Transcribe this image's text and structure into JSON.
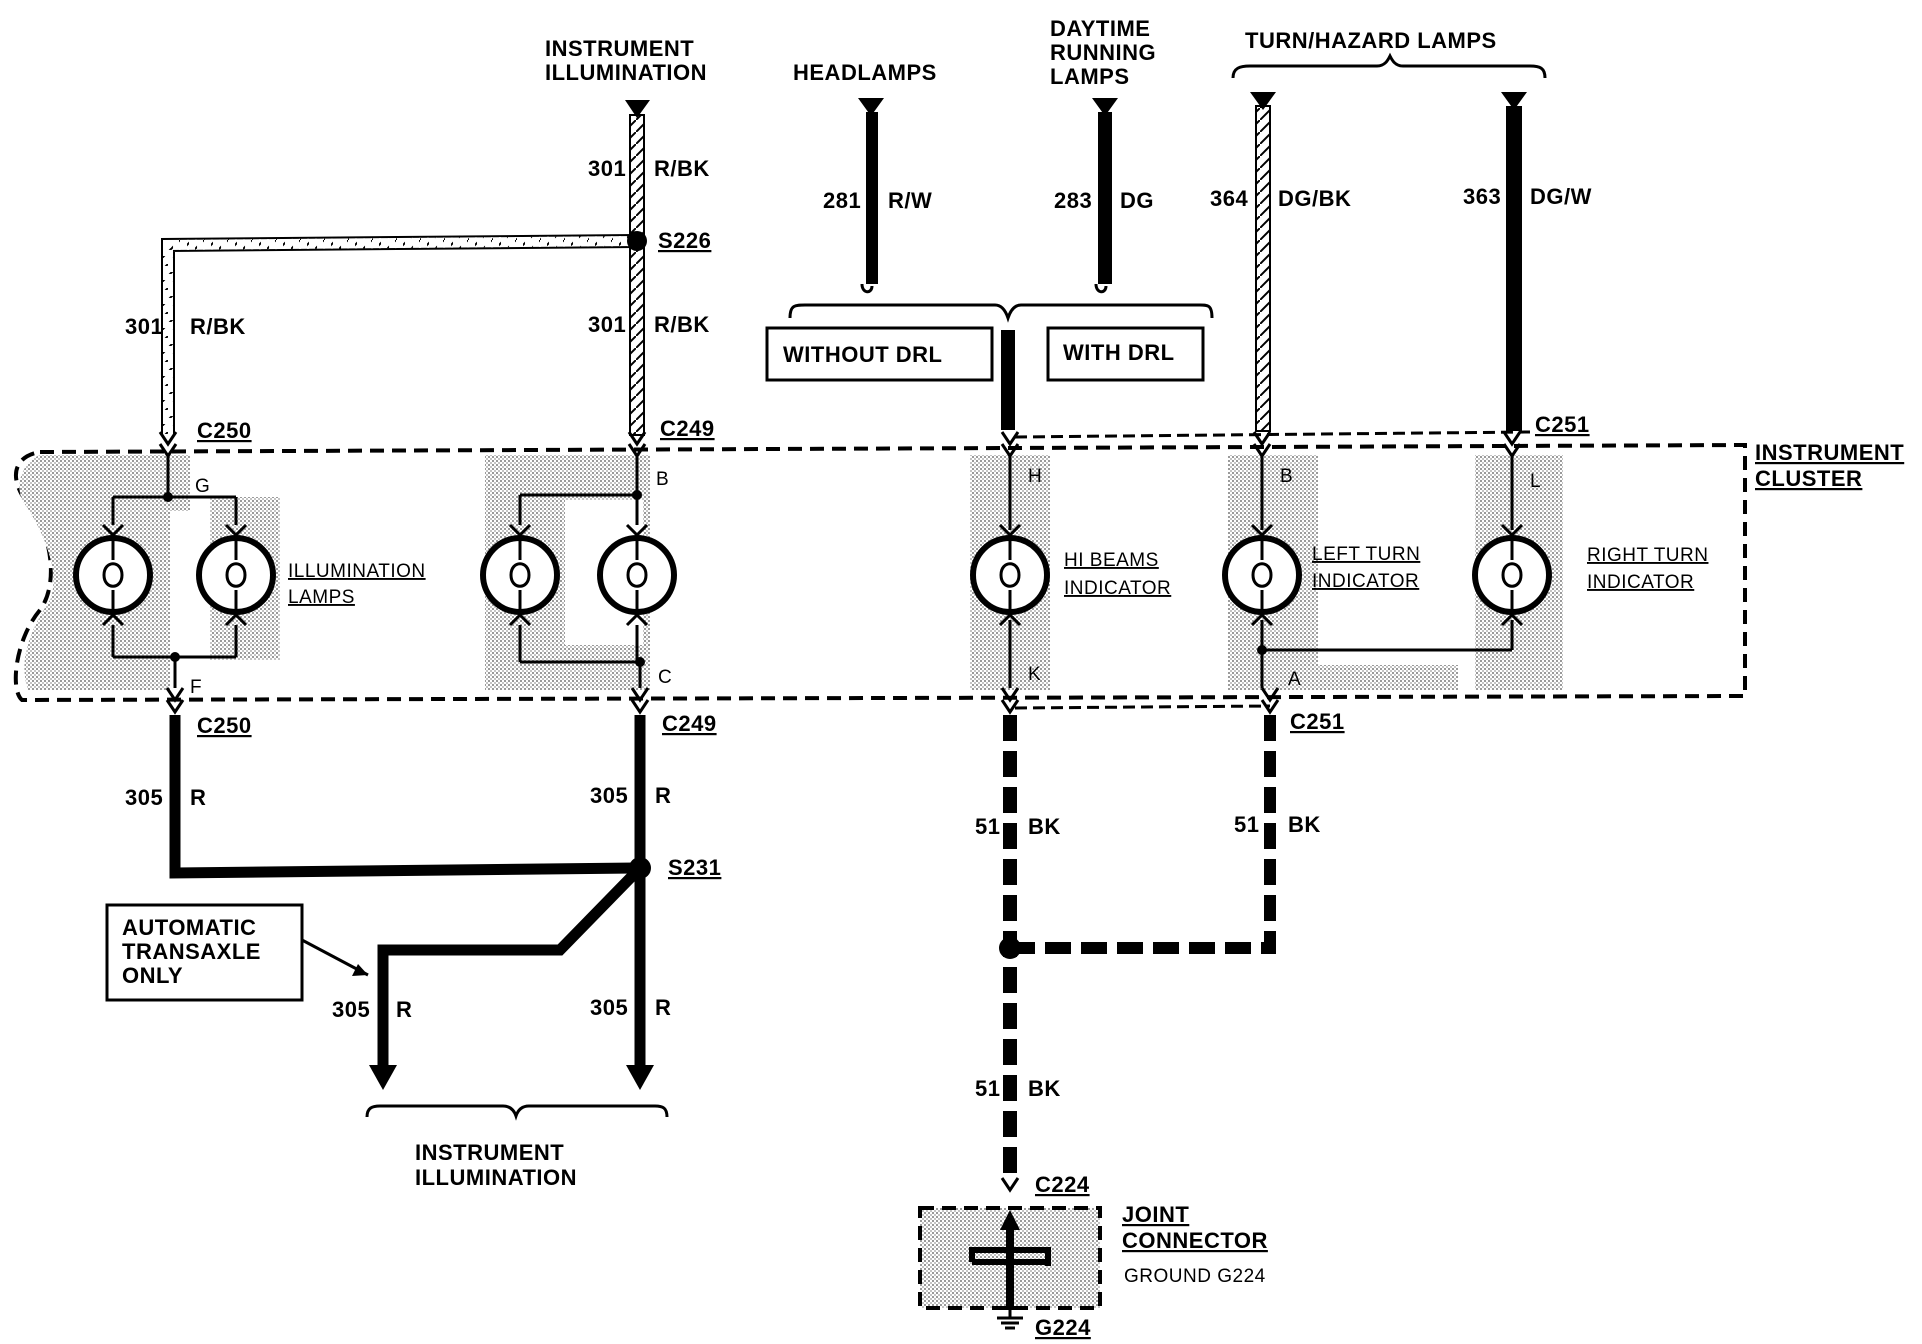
{
  "feeds": {
    "instrument_illumination_top": [
      "INSTRUMENT",
      "ILLUMINATION"
    ],
    "headlamps": "HEADLAMPS",
    "drl": [
      "DAYTIME",
      "RUNNING",
      "LAMPS"
    ],
    "turn_hazard": "TURN/HAZARD LAMPS",
    "instrument_illumination_bottom": [
      "INSTRUMENT",
      "ILLUMINATION"
    ]
  },
  "wires": {
    "w301_a": {
      "num": "301",
      "color": "R/BK"
    },
    "w301_b": {
      "num": "301",
      "color": "R/BK"
    },
    "w301_c": {
      "num": "301",
      "color": "R/BK"
    },
    "w281": {
      "num": "281",
      "color": "R/W"
    },
    "w283": {
      "num": "283",
      "color": "DG"
    },
    "w364": {
      "num": "364",
      "color": "DG/BK"
    },
    "w363": {
      "num": "363",
      "color": "DG/W"
    },
    "w305_a": {
      "num": "305",
      "color": "R"
    },
    "w305_b": {
      "num": "305",
      "color": "R"
    },
    "w305_c": {
      "num": "305",
      "color": "R"
    },
    "w305_d": {
      "num": "305",
      "color": "R"
    },
    "w51_a": {
      "num": "51",
      "color": "BK"
    },
    "w51_b": {
      "num": "51",
      "color": "BK"
    },
    "w51_c": {
      "num": "51",
      "color": "BK"
    }
  },
  "splices": {
    "s226": "S226",
    "s231": "S231"
  },
  "connectors": {
    "c250_top": "C250",
    "c250_bot": "C250",
    "c249_top": "C249",
    "c249_bot": "C249",
    "c251_top": "C251",
    "c251_bot": "C251",
    "c224": "C224",
    "g224": "G224"
  },
  "pins": {
    "g": "G",
    "f": "F",
    "b1": "B",
    "c": "C",
    "h": "H",
    "k": "K",
    "b2": "B",
    "a": "A",
    "l": "L"
  },
  "boxes": {
    "without_drl": "WITHOUT DRL",
    "with_drl": "WITH DRL"
  },
  "cluster": [
    "INSTRUMENT",
    "CLUSTER"
  ],
  "lamps": {
    "illumination": [
      "ILLUMINATION",
      "LAMPS"
    ],
    "hi_beams": [
      "HI BEAMS",
      "INDICATOR"
    ],
    "left_turn": [
      "LEFT TURN",
      "INDICATOR"
    ],
    "right_turn": [
      "RIGHT TURN",
      "INDICATOR"
    ]
  },
  "note": [
    "AUTOMATIC",
    "TRANSAXLE",
    "ONLY"
  ],
  "joint": [
    "JOINT",
    "CONNECTOR",
    "GROUND G224"
  ]
}
